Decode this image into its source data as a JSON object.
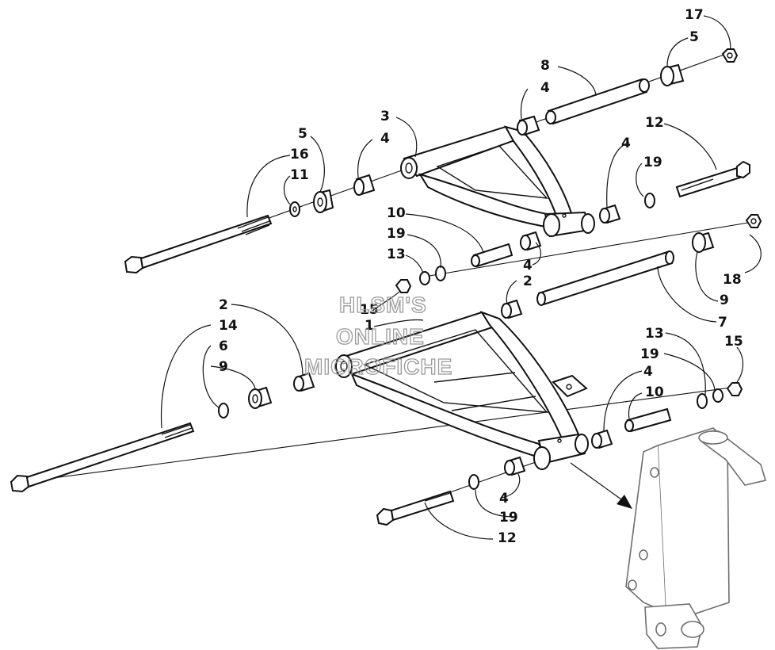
{
  "watermark": {
    "line1": "HLSM'S",
    "line2": "ONLINE",
    "line3": "MICROFICHE"
  },
  "callouts": {
    "c1": "1",
    "c2a": "2",
    "c2b": "2",
    "c3": "3",
    "c4a": "4",
    "c4b": "4",
    "c4c": "4",
    "c4d": "4",
    "c4e": "4",
    "c4f": "4",
    "c5a": "5",
    "c5b": "5",
    "c6": "6",
    "c7": "7",
    "c8": "8",
    "c9a": "9",
    "c9b": "9",
    "c10a": "10",
    "c10b": "10",
    "c11": "11",
    "c12a": "12",
    "c12b": "12",
    "c13a": "13",
    "c13b": "13",
    "c14": "14",
    "c15a": "15",
    "c15b": "15",
    "c16": "16",
    "c17": "17",
    "c18": "18",
    "c19a": "19",
    "c19b": "19",
    "c19c": "19",
    "c19d": "19"
  }
}
